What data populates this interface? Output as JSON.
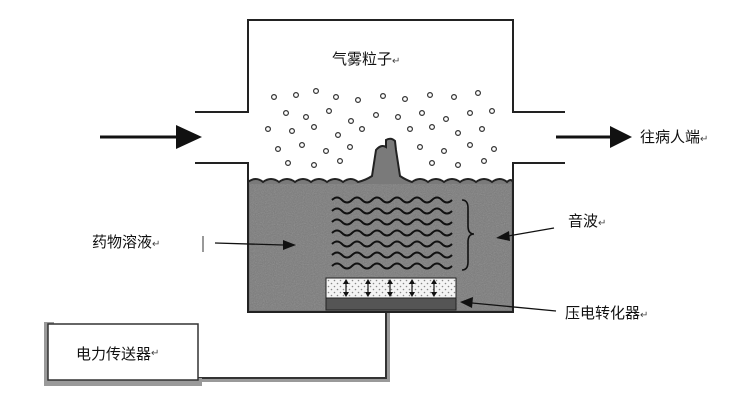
{
  "labels": {
    "aerosol_particles": "气雾粒子",
    "to_patient": "往病人端",
    "sound_waves": "音波",
    "drug_solution": "药物溶液",
    "piezo_transducer": "压电转化器",
    "power_supply": "电力传送器"
  },
  "text_mark": "↵",
  "colors": {
    "liquid": "#7a7a7a",
    "outline": "#222222",
    "transducer_top": "#eeeeee",
    "transducer_base": "#555555",
    "lead_shadow": "#9a9a9a"
  }
}
